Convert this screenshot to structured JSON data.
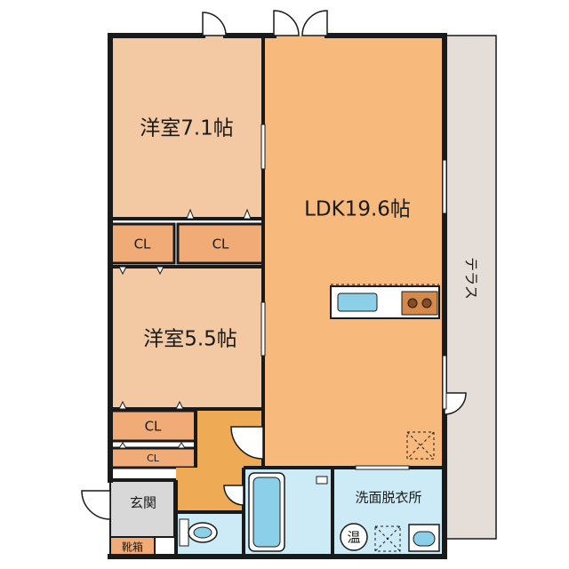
{
  "rooms": {
    "bedroom1": {
      "label": "洋室7.1帖"
    },
    "ldk": {
      "label": "LDK19.6帖"
    },
    "bedroom2": {
      "label": "洋室5.5帖"
    },
    "closet1": {
      "label": "CL"
    },
    "closet2": {
      "label": "CL"
    },
    "closet3": {
      "label": "CL"
    },
    "closet4": {
      "label": "CL"
    },
    "entrance": {
      "label": "玄関"
    },
    "shoe_box": {
      "label": "靴箱"
    },
    "washroom": {
      "label": "洗面脱衣所"
    },
    "water_heater": {
      "label": "温"
    },
    "terrace": {
      "label": "テラス"
    }
  },
  "colors": {
    "wall": "#1a1a1a",
    "bedroom": "#f2c9a3",
    "ldk": "#f7b97c",
    "closet": "#f0ab76",
    "corridor": "#efaa55",
    "entrance": "#d8d8d8",
    "wet_area": "#cdebf6",
    "terrace": "#e5ddd7",
    "fixture": "#8ccfe8"
  }
}
